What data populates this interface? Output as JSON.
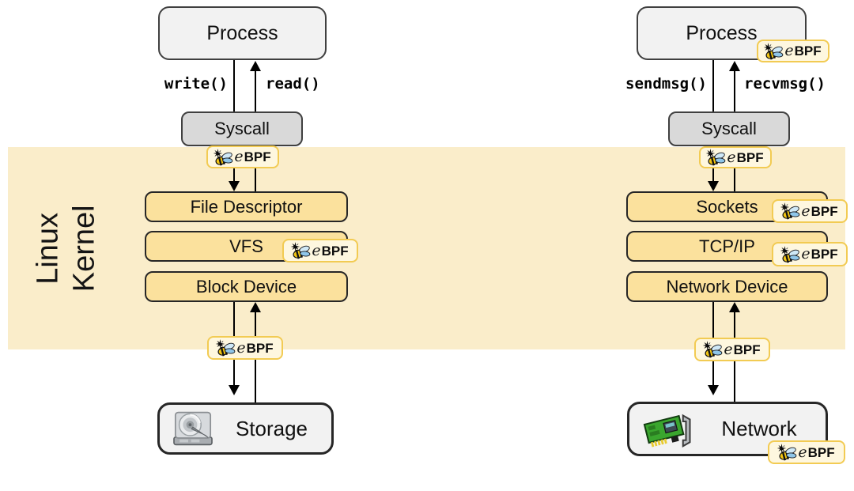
{
  "kernel": {
    "line1": "Linux",
    "line2": "Kernel"
  },
  "ebpf_badge": {
    "e": "e",
    "bpf": "BPF"
  },
  "columns": {
    "left": {
      "process": "Process",
      "syscall": "Syscall",
      "down_call": "write()",
      "up_call": "read()",
      "layers": [
        "File Descriptor",
        "VFS",
        "Block Device"
      ],
      "device": "Storage"
    },
    "right": {
      "process": "Process",
      "syscall": "Syscall",
      "down_call": "sendmsg()",
      "up_call": "recvmsg()",
      "layers": [
        "Sockets",
        "TCP/IP",
        "Network Device"
      ],
      "device": "Network"
    }
  },
  "icons": {
    "bee": "ebpf-bee-icon",
    "storage": "hard-disk-icon",
    "network": "network-card-icon"
  },
  "colors": {
    "kernel_band": "#faedca",
    "kernel_layer_fill": "#fbe19d",
    "process_fill": "#f2f2f2",
    "syscall_fill": "#d9d9d9",
    "badge_fill": "#fef7df",
    "badge_border": "#f2cb53",
    "line": "#000000"
  }
}
